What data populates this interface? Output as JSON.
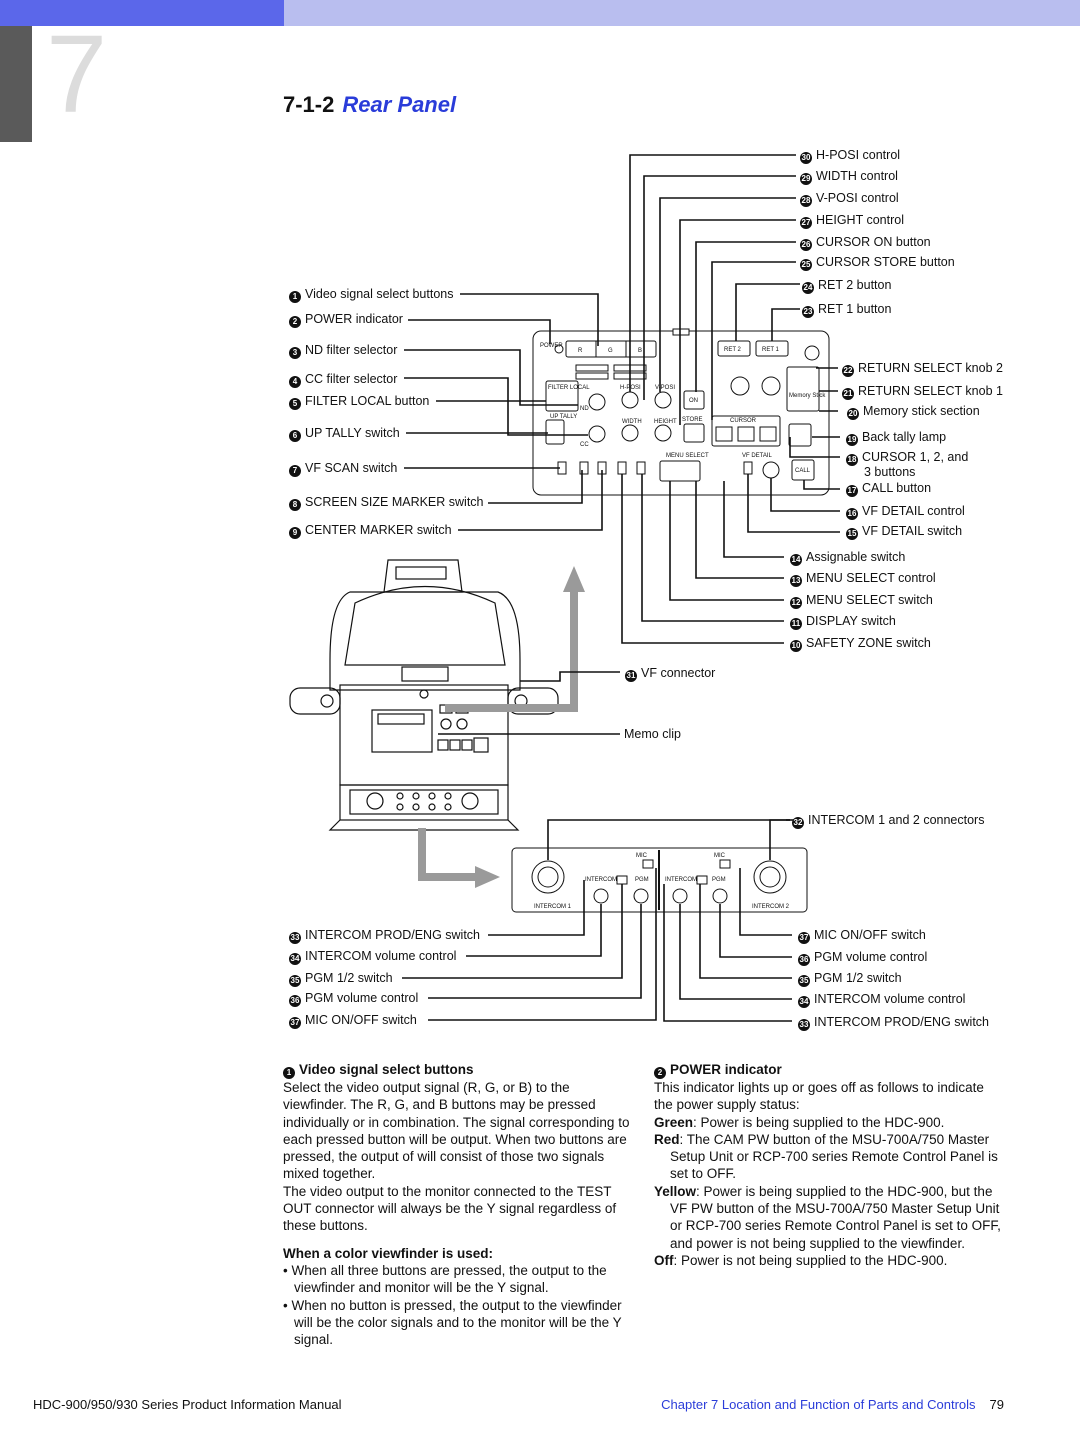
{
  "header": {
    "chapter_number": "7",
    "section_number": "7-1-2",
    "section_title": "Rear Panel"
  },
  "left_callouts": [
    {
      "num": "1",
      "text": "Video signal select buttons"
    },
    {
      "num": "2",
      "text": "POWER indicator"
    },
    {
      "num": "3",
      "text": "ND filter selector"
    },
    {
      "num": "4",
      "text": "CC filter selector"
    },
    {
      "num": "5",
      "text": "FILTER LOCAL button"
    },
    {
      "num": "6",
      "text": "UP TALLY switch"
    },
    {
      "num": "7",
      "text": "VF SCAN switch"
    },
    {
      "num": "8",
      "text": "SCREEN SIZE MARKER switch"
    },
    {
      "num": "9",
      "text": "CENTER MARKER switch"
    }
  ],
  "right_callouts": [
    {
      "num": "30",
      "text": "H-POSI control"
    },
    {
      "num": "29",
      "text": "WIDTH control"
    },
    {
      "num": "28",
      "text": "V-POSI control"
    },
    {
      "num": "27",
      "text": "HEIGHT control"
    },
    {
      "num": "26",
      "text": "CURSOR ON button"
    },
    {
      "num": "25",
      "text": "CURSOR STORE button"
    },
    {
      "num": "24",
      "text": "RET 2 button"
    },
    {
      "num": "23",
      "text": "RET 1 button"
    },
    {
      "num": "22",
      "text": "RETURN SELECT knob 2"
    },
    {
      "num": "21",
      "text": "RETURN SELECT knob 1"
    },
    {
      "num": "20",
      "text": "Memory stick section"
    },
    {
      "num": "19",
      "text": "Back tally lamp"
    },
    {
      "num": "18",
      "text": "CURSOR 1, 2, and"
    },
    {
      "num": "",
      "text": "3 buttons"
    },
    {
      "num": "17",
      "text": "CALL button"
    },
    {
      "num": "16",
      "text": "VF DETAIL control"
    },
    {
      "num": "15",
      "text": "VF DETAIL switch"
    },
    {
      "num": "14",
      "text": "Assignable switch"
    },
    {
      "num": "13",
      "text": "MENU SELECT control"
    },
    {
      "num": "12",
      "text": "MENU SELECT switch"
    },
    {
      "num": "11",
      "text": "DISPLAY switch"
    },
    {
      "num": "10",
      "text": "SAFETY ZONE switch"
    },
    {
      "num": "31",
      "text": "VF connector"
    },
    {
      "num": "",
      "text": "Memo clip"
    },
    {
      "num": "32",
      "text": "INTERCOM 1 and 2 connectors"
    }
  ],
  "bottom_left_callouts": [
    {
      "num": "33",
      "text": "INTERCOM PROD/ENG switch"
    },
    {
      "num": "34",
      "text": "INTERCOM volume control"
    },
    {
      "num": "35",
      "text": "PGM 1/2 switch"
    },
    {
      "num": "36",
      "text": "PGM volume control"
    },
    {
      "num": "37",
      "text": "MIC ON/OFF switch"
    }
  ],
  "bottom_right_callouts": [
    {
      "num": "37",
      "text": "MIC ON/OFF switch"
    },
    {
      "num": "36",
      "text": "PGM volume control"
    },
    {
      "num": "35",
      "text": "PGM 1/2 switch"
    },
    {
      "num": "34",
      "text": "INTERCOM volume control"
    },
    {
      "num": "33",
      "text": "INTERCOM PROD/ENG switch"
    }
  ],
  "panel_labels": {
    "power": "POWER",
    "r": "R",
    "g": "G",
    "b": "B",
    "ret2": "RET 2",
    "ret1": "RET 1",
    "filter_local": "FILTER LOCAL",
    "nd": "ND",
    "cc": "CC",
    "up_tally": "UP TALLY",
    "hposi": "H-POSI",
    "vposi": "V-POSI",
    "width": "WIDTH",
    "height": "HEIGHT",
    "on": "ON",
    "store": "STORE",
    "cursor": "CURSOR",
    "vf_detail": "VF DETAIL",
    "menu_select": "MENU SELECT",
    "call": "CALL",
    "memory_stick": "Memory Stick",
    "intercom1": "INTERCOM 1",
    "intercom2": "INTERCOM 2",
    "mic": "MIC",
    "intercom": "INTERCOM",
    "pgm": "PGM"
  },
  "section1": {
    "num": "1",
    "heading": "Video signal select buttons",
    "body": "Select the video output signal (R, G, or B) to the viewfinder. The R, G, and B buttons may be pressed individually or in combination. The signal corresponding to each pressed button will be output. When two buttons are pressed, the output of will consist of those two signals mixed together.",
    "body2": "The video output to the monitor connected to the TEST OUT connector will always be the Y signal regardless of these buttons.",
    "subheading": "When a color viewfinder is used:",
    "bullet1": "• When all three buttons are pressed, the output to the viewfinder and monitor will be the Y signal.",
    "bullet2": "• When no button is pressed, the output to the viewfinder will be the color signals and  to the monitor will be the Y signal."
  },
  "section2": {
    "num": "2",
    "heading": "POWER indicator",
    "body": "This indicator lights up or goes off as follows to indicate the power supply status:",
    "green_term": "Green",
    "green_text": ": Power is being supplied to the HDC-900.",
    "red_term": "Red",
    "red_text": ": The CAM PW button of the MSU-700A/750 Master Setup Unit or RCP-700 series Remote Control Panel is set to OFF.",
    "yellow_term": "Yellow",
    "yellow_text": ": Power is being supplied to the HDC-900, but the VF PW button of the MSU-700A/750 Master Setup Unit or RCP-700 series Remote Control Panel is set to OFF, and power is not being supplied to the viewfinder.",
    "off_term": "Off",
    "off_text": ": Power is not being supplied to the HDC-900."
  },
  "footer": {
    "manual": "HDC-900/950/930 Series Product Information Manual",
    "chapter": "Chapter 7 Location and Function of Parts and Controls",
    "page": "79"
  }
}
